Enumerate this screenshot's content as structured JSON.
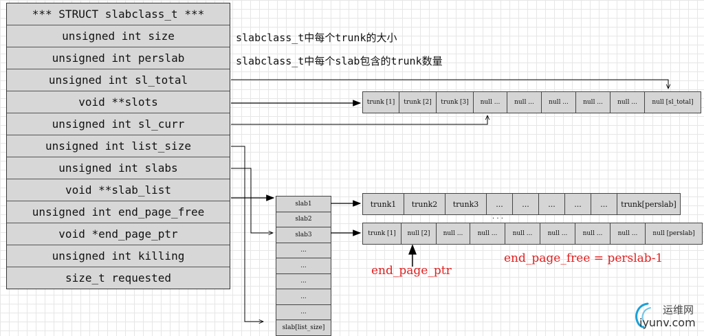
{
  "struct": {
    "rows": [
      "*** STRUCT slabclass_t ***",
      "unsigned int size",
      "unsigned int perslab",
      "unsigned int sl_total",
      "void **slots",
      "unsigned int sl_curr",
      "unsigned int list_size",
      "unsigned int slabs",
      "void **slab_list",
      "unsigned int end_page_free",
      "void *end_page_ptr",
      "unsigned int killing",
      "size_t requested"
    ]
  },
  "notes": {
    "size": "slabclass_t中每个trunk的大小",
    "perslab": "slabclass_t中每个slab包含的trunk数量"
  },
  "slots_array": [
    "trunk [1]",
    "trunk [2]",
    "trunk [3]",
    "null ...",
    "null ...",
    "null ...",
    "null ...",
    "null ...",
    "null [sl_total]"
  ],
  "slab_list": [
    "slab1",
    "slab2",
    "slab3",
    "...",
    "...",
    "...",
    "...",
    "...",
    "slab[list_size]"
  ],
  "slab1_trunks": [
    "trunk1",
    "trunk2",
    "trunk3",
    "...",
    "...",
    "...",
    "...",
    "...",
    "trunk[perslab]"
  ],
  "slab3_trunks": [
    "trunk [1]",
    "null [2]",
    "null ...",
    "null ...",
    "null ...",
    "null ...",
    "null ...",
    "null ...",
    "null [perslab]"
  ],
  "ellipsis": ". . .",
  "labels": {
    "end_page_ptr": "end_page_ptr",
    "end_page_free": "end_page_free = perslab-1"
  },
  "colors": {
    "annotation": "#e02020",
    "cell_fill": "#d5d5d5"
  },
  "watermark": {
    "text_cn": "运维网",
    "text_en": "iyunv.com",
    "icon": "swirl-logo-icon"
  }
}
